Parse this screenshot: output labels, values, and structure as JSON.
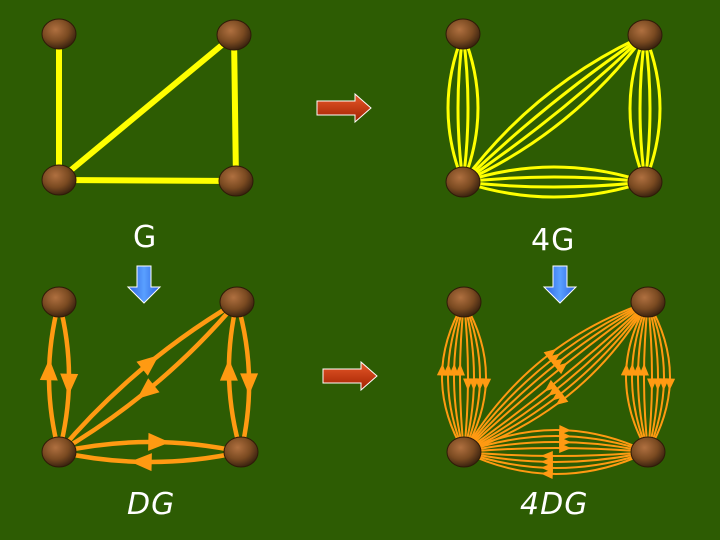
{
  "labels": {
    "g": "G",
    "four_g": "4G",
    "dg": "DG",
    "four_dg": "4DG"
  },
  "colors": {
    "background": "#2d5c03",
    "undirected_edge": "#ffff00",
    "directed_edge": "#ff9a12",
    "node": "#7a4a21",
    "arrow_right": "#cc3300",
    "arrow_down": "#3a7cff"
  },
  "graph": {
    "nodes": [
      "top-left",
      "top-right",
      "bottom-left",
      "bottom-right"
    ],
    "edges": [
      [
        "top-left",
        "bottom-left"
      ],
      [
        "top-right",
        "bottom-left"
      ],
      [
        "top-right",
        "bottom-right"
      ],
      [
        "bottom-left",
        "bottom-right"
      ]
    ],
    "multiplicity": 4
  }
}
